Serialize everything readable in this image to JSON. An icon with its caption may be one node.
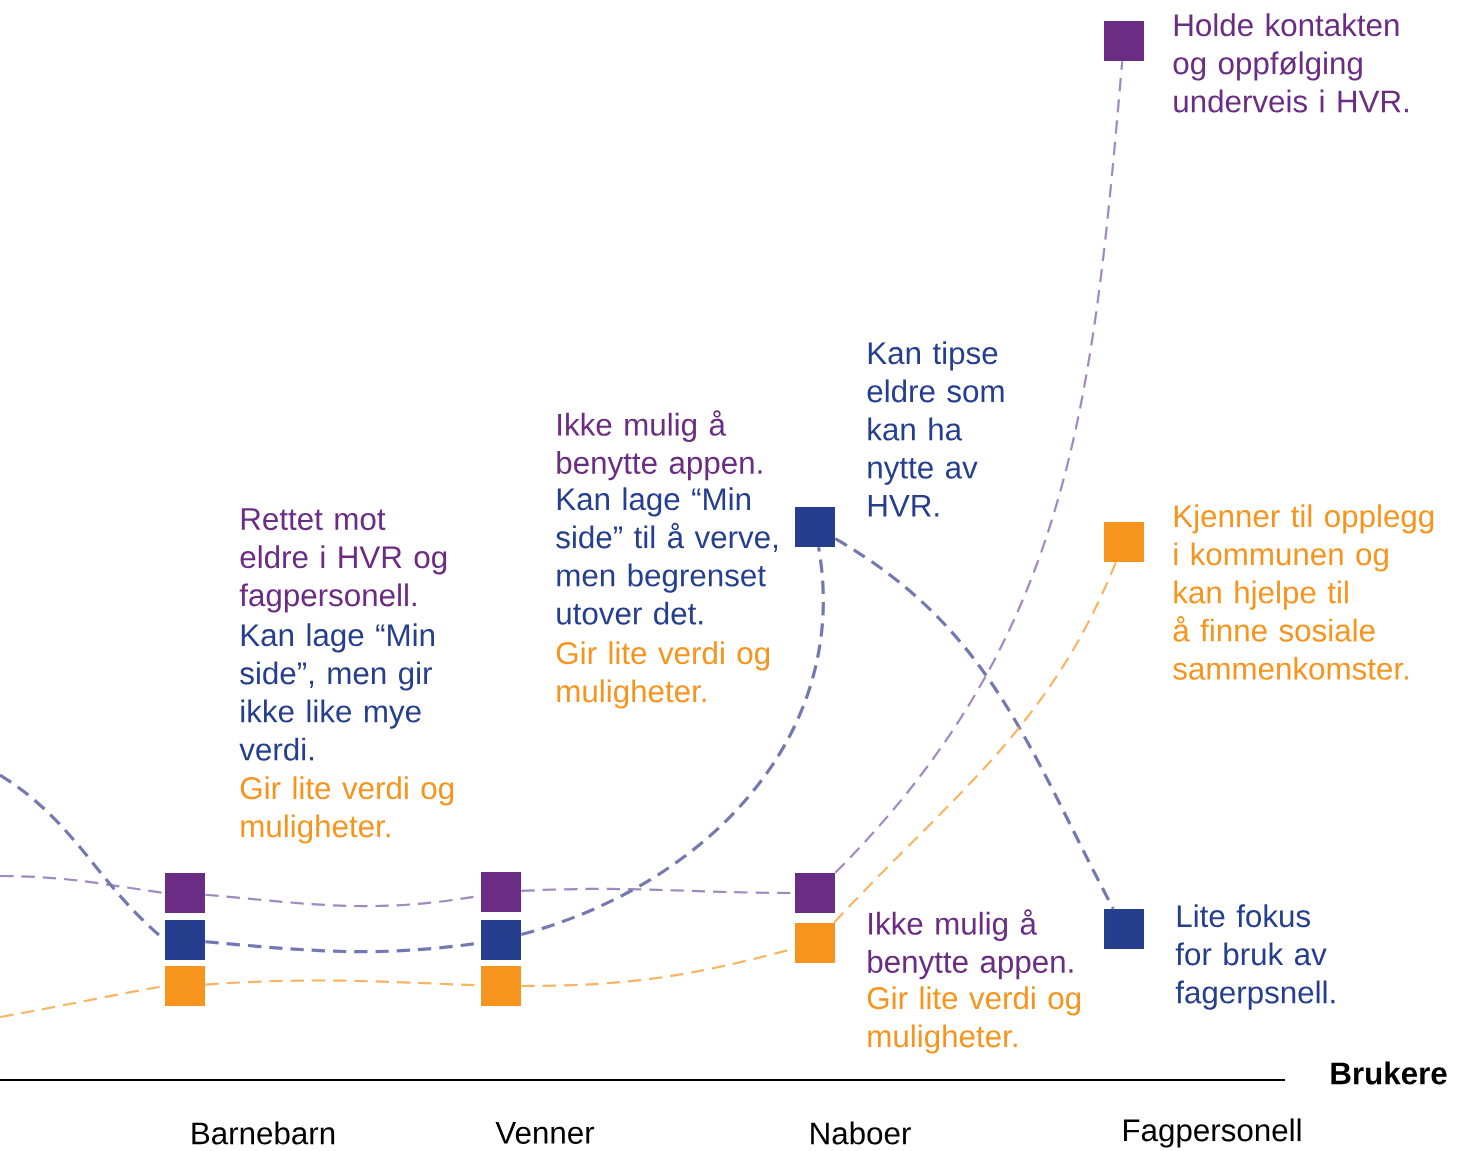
{
  "diagram": {
    "nodes": [
      {
        "text": [],
        "shape": "box"
      },
      {
        "text": [],
        "shape": "box"
      },
      {
        "text": [],
        "shape": "box"
      },
      {
        "text": [],
        "shape": "box"
      },
      {
        "text": [],
        "shape": "box"
      },
      {
        "text": [],
        "shape": "box"
      },
      {
        "text": [],
        "shape": "box",
        "beside": [
          "Kan tipse eldre som kan ha nytte av HVR."
        ]
      },
      {
        "text": [],
        "shape": "box",
        "beside": [
          "Ikke mulig å benytte appen."
        ]
      },
      {
        "text": [],
        "shape": "box",
        "beside": [
          "Gir lite verdi og muligheter."
        ]
      },
      {
        "text": [],
        "shape": "box",
        "beside": [
          "Holde kontakten og oppfølging underveis i HVR."
        ]
      },
      {
        "text": [],
        "shape": "box",
        "beside": [
          "Kjenner til opplegg i kommunen og kan hjelpe til å finne sosiale sammenkomster."
        ]
      },
      {
        "text": [],
        "shape": "box",
        "beside": [
          "Lite fokus for bruk av fagerpsnell."
        ]
      }
    ],
    "edges": [
      {
        "from": null,
        "to": 0,
        "arrow": "none",
        "style": "dashed",
        "color": "#a088c0"
      },
      {
        "from": 0,
        "to": 3,
        "arrow": "none",
        "style": "dashed",
        "color": "#a088c0"
      },
      {
        "from": 3,
        "to": 7,
        "arrow": "none",
        "style": "dashed",
        "color": "#a088c0"
      },
      {
        "from": 7,
        "to": 9,
        "arrow": "none",
        "style": "dashed",
        "color": "#a088c0"
      },
      {
        "from": null,
        "to": 1,
        "arrow": "none",
        "style": "dashed",
        "color": "#7478b0"
      },
      {
        "from": 1,
        "to": 4,
        "arrow": "none",
        "style": "dashed",
        "color": "#7478b0"
      },
      {
        "from": 4,
        "to": 6,
        "arrow": "none",
        "style": "dashed",
        "color": "#7478b0"
      },
      {
        "from": 6,
        "to": 11,
        "arrow": "none",
        "style": "dashed",
        "color": "#7478b0"
      },
      {
        "from": null,
        "to": 2,
        "arrow": "none",
        "style": "dashed",
        "color": "#f9b463"
      },
      {
        "from": 2,
        "to": 5,
        "arrow": "none",
        "style": "dashed",
        "color": "#f9b463"
      },
      {
        "from": 5,
        "to": 8,
        "arrow": "none",
        "style": "dashed",
        "color": "#f9b463"
      },
      {
        "from": 8,
        "to": 10,
        "arrow": "none",
        "style": "dashed",
        "color": "#f9b463"
      }
    ],
    "labels": [
      "Ikke mulig å benytte appen.",
      "Kan lage “Min side” til å verve, men begrenset utover det.",
      "Gir lite verdi og muligheter.",
      "Rettet mot eldre i HVR og fagpersonell.",
      "Kan lage “Min side”, men gir ikke like mye verdi.",
      "Gir lite verdi og muligheter.",
      "Brukere",
      "Barnebarn",
      "Venner",
      "Naboer",
      "Fagpersonell"
    ]
  }
}
